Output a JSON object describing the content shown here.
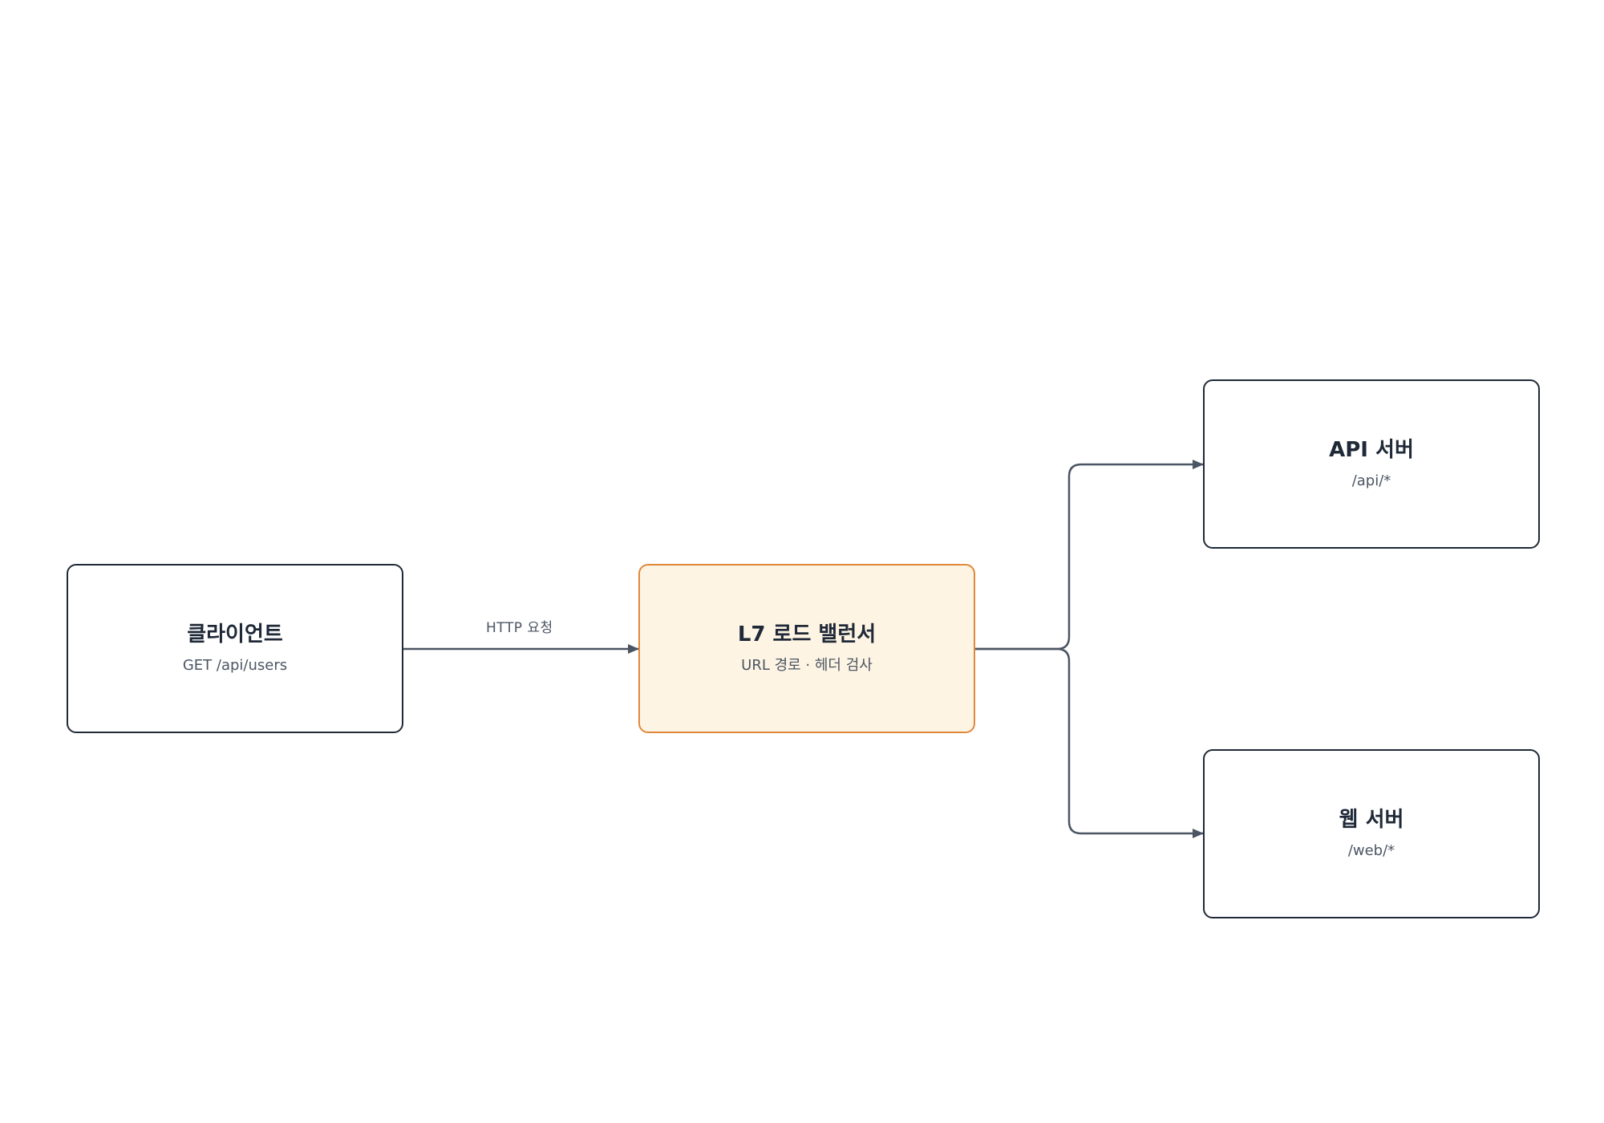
{
  "colors": {
    "node_border": "#1f2937",
    "highlight_border": "#e0883a",
    "highlight_fill": "#fef4e4",
    "edge": "#4b5563"
  },
  "nodes": {
    "client": {
      "title": "클라이언트",
      "subtitle": "GET /api/users"
    },
    "load_balancer": {
      "title": "L7 로드 밸런서",
      "subtitle": "URL 경로 · 헤더 검사"
    },
    "api_server": {
      "title": "API 서버",
      "subtitle": "/api/*"
    },
    "web_server": {
      "title": "웹 서버",
      "subtitle": "/web/*"
    }
  },
  "edges": [
    {
      "from": "client",
      "to": "load_balancer",
      "label": "HTTP 요청"
    },
    {
      "from": "load_balancer",
      "to": "api_server",
      "label": ""
    },
    {
      "from": "load_balancer",
      "to": "web_server",
      "label": ""
    }
  ]
}
